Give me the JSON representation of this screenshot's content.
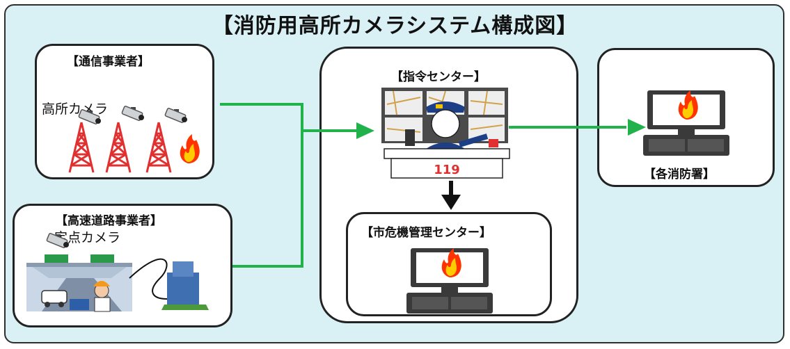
{
  "title": "【消防用高所カメラシステム構成図】",
  "carrier": {
    "label": "【通信事業者】",
    "camera_label": "高所カメラ"
  },
  "highway": {
    "label": "【高速道路事業者】",
    "camera_label": "定点カメラ"
  },
  "dispatch": {
    "label": "【指令センター】",
    "desk_number": "119"
  },
  "crisis": {
    "label": "【市危機管理センター】"
  },
  "stations": {
    "label": "【各消防署】"
  },
  "colors": {
    "background": "#d9f1f5",
    "arrow": "#22b24c",
    "tower": "#e03030",
    "fire": "#ff3300",
    "monitor": "#3a3a3a"
  }
}
